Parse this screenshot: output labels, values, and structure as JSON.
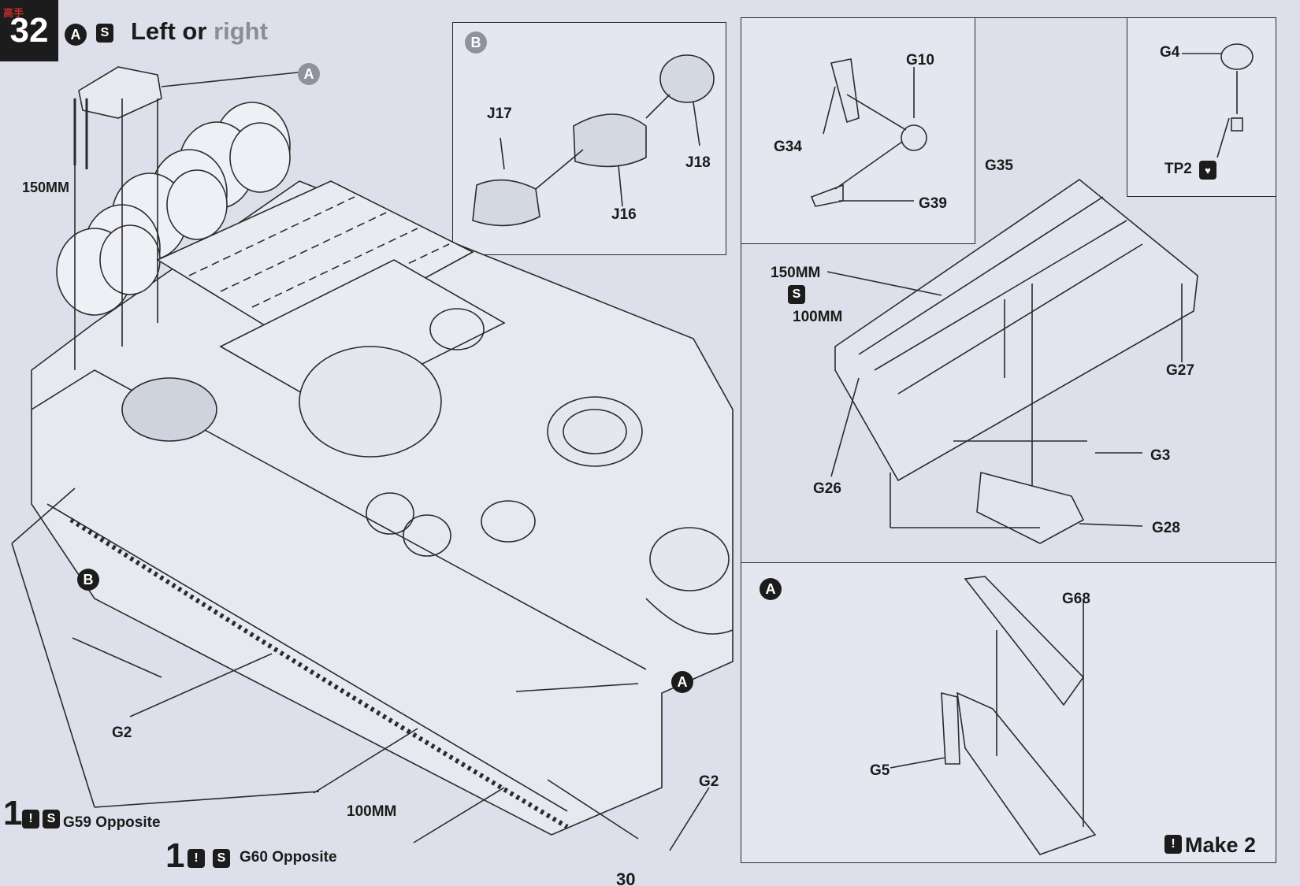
{
  "header": {
    "step_number": "32",
    "option_a": "A",
    "option_s": "S",
    "title_main": "Left or ",
    "title_fade": "right",
    "watermark": "高手"
  },
  "markers": {
    "a": "A",
    "b": "B"
  },
  "main_labels": {
    "cable_length": "150MM",
    "g2_left": "G2",
    "g2_right": "G2",
    "length_100": "100MM",
    "g59_qty": "1",
    "g59_text": "G59 Opposite",
    "g60_qty": "1",
    "g60_text": "G60 Opposite"
  },
  "panel_b": {
    "marker": "B",
    "j17": "J17",
    "j16": "J16",
    "j18": "J18"
  },
  "panel_winch": {
    "g10": "G10",
    "g34": "G34",
    "g39": "G39",
    "g35": "G35"
  },
  "panel_tp": {
    "g4": "G4",
    "tp2": "TP2"
  },
  "panel_frame": {
    "len_150": "150MM",
    "len_100": "100MM",
    "g27": "G27",
    "g3": "G3",
    "g26": "G26",
    "g28": "G28"
  },
  "panel_a": {
    "marker": "A",
    "g68": "G68",
    "g5": "G5",
    "make": "Make 2"
  },
  "page_number": "30"
}
